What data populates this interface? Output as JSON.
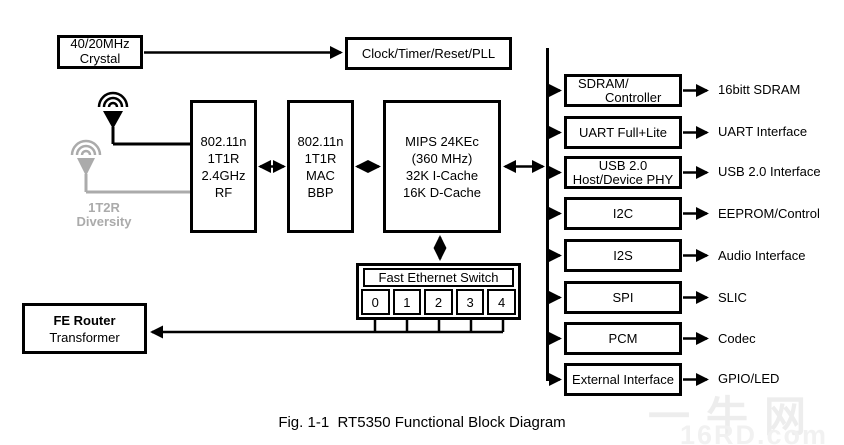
{
  "diagram": {
    "caption": "Fig. 1-1  RT5350 Functional Block Diagram",
    "watermark": {
      "cn": "一牛网",
      "site": "16RD.com"
    },
    "colors": {
      "wire": "#000000",
      "diversity_gray": "#ababab",
      "watermark": "#ededed"
    },
    "blocks": {
      "crystal": {
        "lines": [
          "40/20MHz",
          "Crystal"
        ]
      },
      "clock": {
        "label": "Clock/Timer/Reset/PLL"
      },
      "rf": {
        "lines": [
          "802.11n",
          "1T1R",
          "2.4GHz",
          "RF"
        ]
      },
      "mac": {
        "lines": [
          "802.11n",
          "1T1R",
          "MAC",
          "BBP"
        ]
      },
      "mips": {
        "lines": [
          "MIPS 24KEc",
          "(360 MHz)",
          "32K I-Cache",
          "16K D-Cache"
        ]
      },
      "switch": {
        "header": "Fast Ethernet Switch",
        "ports": [
          "0",
          "1",
          "2",
          "3",
          "4"
        ]
      },
      "fe_router": {
        "lines": [
          "FE Router",
          "Transformer"
        ]
      }
    },
    "antenna": {
      "label_lines": [
        "1T2R",
        "Diversity"
      ]
    },
    "peripherals": [
      {
        "block": [
          "SDRAM/",
          "Controller"
        ],
        "external": "16bitt SDRAM"
      },
      {
        "block": [
          "UART Full+Lite"
        ],
        "external": "UART Interface"
      },
      {
        "block": [
          "USB 2.0",
          "Host/Device PHY"
        ],
        "external": "USB 2.0 Interface"
      },
      {
        "block": [
          "I2C"
        ],
        "external": "EEPROM/Control"
      },
      {
        "block": [
          "I2S"
        ],
        "external": "Audio Interface"
      },
      {
        "block": [
          "SPI"
        ],
        "external": "SLIC"
      },
      {
        "block": [
          "PCM"
        ],
        "external": "Codec"
      },
      {
        "block": [
          "External Interface"
        ],
        "external": "GPIO/LED"
      }
    ]
  }
}
